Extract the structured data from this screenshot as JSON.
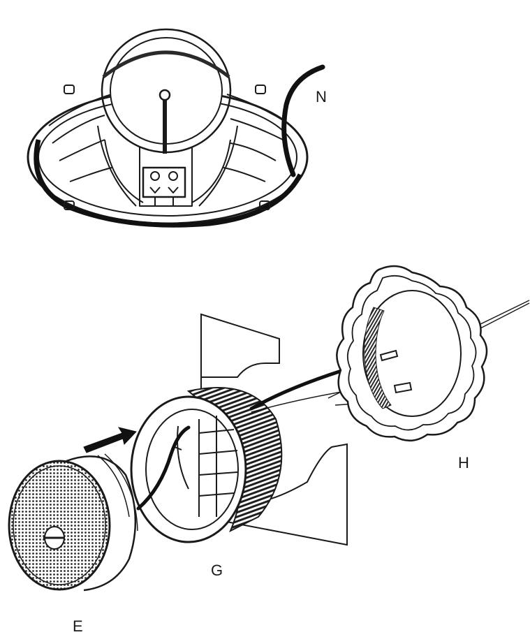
{
  "labels": {
    "n": "N",
    "h": "H",
    "g": "G",
    "e": "E"
  },
  "colors": {
    "line": "#1a1a1a",
    "background": "#ffffff",
    "hatch": "#3a3a3a"
  }
}
